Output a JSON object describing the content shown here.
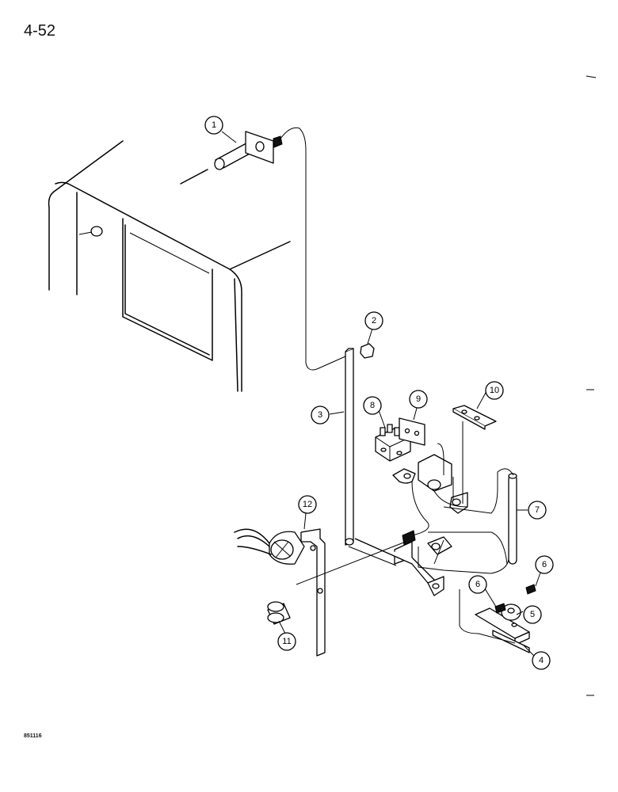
{
  "page_number": "4-52",
  "doc_code": "851116",
  "callouts": [
    "1",
    "2",
    "3",
    "4",
    "5",
    "6",
    "6",
    "7",
    "8",
    "9",
    "10",
    "11",
    "12"
  ]
}
